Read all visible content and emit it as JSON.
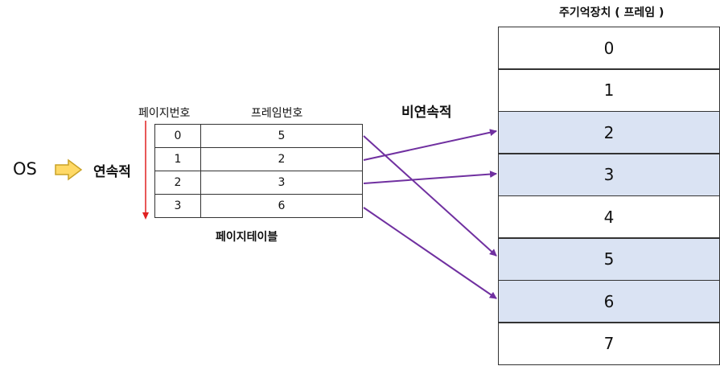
{
  "os_label": "OS",
  "contiguous_label": "연속적",
  "noncontiguous_label": "비연속적",
  "page_table": {
    "page_header": "페이지번호",
    "frame_header": "프레임번호",
    "caption": "페이지테이블",
    "rows": [
      {
        "page": "0",
        "frame": "5"
      },
      {
        "page": "1",
        "frame": "2"
      },
      {
        "page": "2",
        "frame": "3"
      },
      {
        "page": "3",
        "frame": "6"
      }
    ]
  },
  "memory": {
    "title": "주기억장치 ( 프레임 )",
    "frames": [
      {
        "label": "0",
        "highlighted": false
      },
      {
        "label": "1",
        "highlighted": false
      },
      {
        "label": "2",
        "highlighted": true
      },
      {
        "label": "3",
        "highlighted": true
      },
      {
        "label": "4",
        "highlighted": false
      },
      {
        "label": "5",
        "highlighted": true
      },
      {
        "label": "6",
        "highlighted": true
      },
      {
        "label": "7",
        "highlighted": false
      }
    ]
  },
  "colors": {
    "highlight_fill": "#dae3f3",
    "mapping_arrow": "#7030a0",
    "order_arrow": "#e02020",
    "os_arrow_fill": "#ffd966",
    "os_arrow_stroke": "#c9a227"
  }
}
